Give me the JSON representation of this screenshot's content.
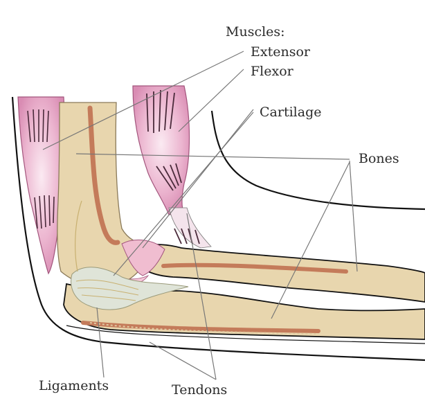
{
  "labels": {
    "muscles": "Muscles:",
    "extensor": "Extensor",
    "flexor": "Flexor",
    "cartilage": "Cartilage",
    "bones": "Bones",
    "ligaments": "Ligaments",
    "tendons": "Tendons"
  },
  "colors": {
    "bone": "#e8d6ae",
    "bone_outline": "#8a7a5a",
    "marrow": "#c47b5a",
    "muscle": "#e7a9c8",
    "muscle_light": "#f7dfe9",
    "muscle_line": "#4a2a3a",
    "cartilage": "#f0bdd0",
    "ligament": "#cfd8d2",
    "skin_outline": "#111111",
    "leader_line": "#777777"
  }
}
